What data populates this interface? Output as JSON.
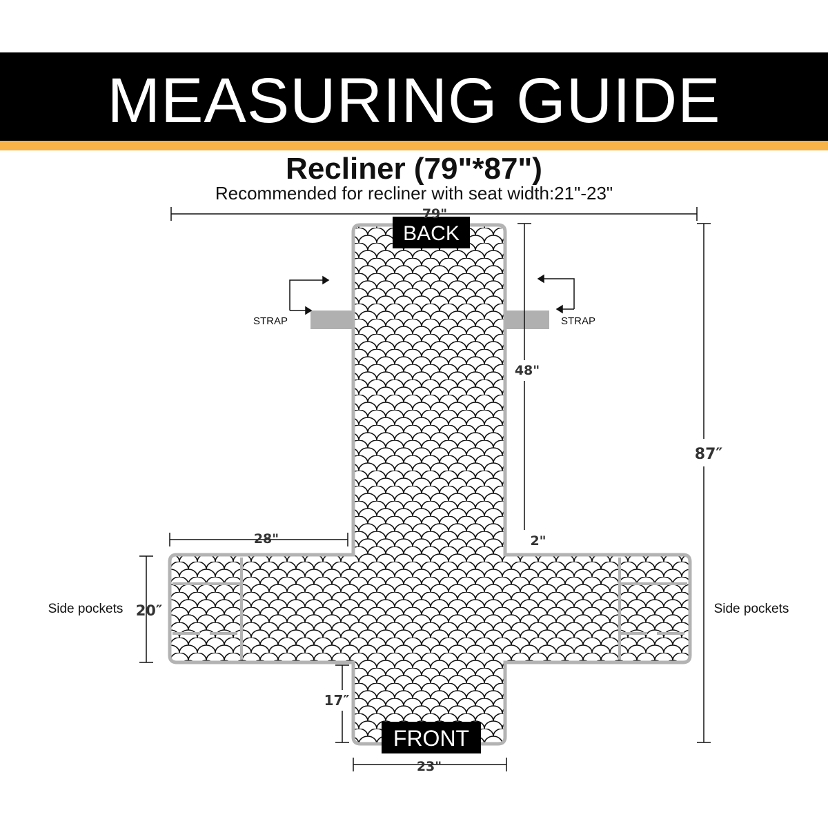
{
  "header": {
    "title": "MEASURING GUIDE"
  },
  "product": {
    "title": "Recliner (79\"*87\")",
    "recommendation": "Recommended for recliner with seat width:21\"-23\""
  },
  "labels": {
    "back": "BACK",
    "front": "FRONT",
    "strap_left": "STRAP",
    "strap_right": "STRAP",
    "side_pockets_left": "Side pockets",
    "side_pockets_right": "Side pockets"
  },
  "dimensions": {
    "total_width": "79\"",
    "total_length": "87″",
    "back_length": "48\"",
    "gap": "2\"",
    "arm_width": "28\"",
    "arm_height": "20″",
    "front_length": "17″",
    "seat_width": "23\""
  },
  "colors": {
    "header_bg": "#000000",
    "accent": "#f7b248",
    "outline": "#b3b3b3",
    "strap": "#b0b0b0"
  }
}
